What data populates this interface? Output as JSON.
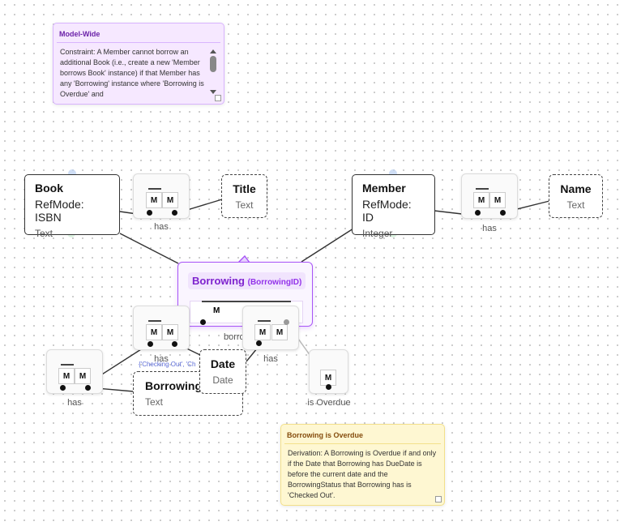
{
  "colors": {
    "entity_border": "#333333",
    "objectified_accent": "#a855f7",
    "constraint_note_bg": "#f6e8ff",
    "derivation_note_bg": "#fef7d2"
  },
  "entities": {
    "book": {
      "name": "Book",
      "refmode": "RefMode: ISBN",
      "type": "Text"
    },
    "member": {
      "name": "Member",
      "refmode": "RefMode: ID",
      "type": "Integer"
    }
  },
  "value_types": {
    "title": {
      "name": "Title",
      "type": "Text"
    },
    "name": {
      "name": "Name",
      "type": "Text"
    },
    "date": {
      "name": "Date",
      "type": "Date"
    },
    "borrowing_status": {
      "name": "Borrowing",
      "type": "Text",
      "value_constraint": "{'Checking Out', 'Ch"
    }
  },
  "objectified_fact": {
    "name": "Borrowing",
    "ref": "(BorrowingID)",
    "roles": [
      "M",
      "M"
    ],
    "reading": "borro"
  },
  "facts": {
    "book_title": {
      "label": "has",
      "roles": [
        "M",
        "M"
      ]
    },
    "member_name": {
      "label": "has",
      "roles": [
        "M",
        "M"
      ]
    },
    "borrowing_date": {
      "label": "has",
      "roles": [
        "M",
        "M"
      ]
    },
    "borrowing_status": {
      "label": "has",
      "roles": [
        "M",
        "M"
      ]
    },
    "borrowing_duedate": {
      "label": "has",
      "roles": [
        "M",
        "M"
      ]
    },
    "is_overdue": {
      "label": "is Overdue",
      "roles": [
        "M"
      ]
    }
  },
  "notes": {
    "model_wide": {
      "title": "Model-Wide",
      "text": "Constraint: A Member cannot borrow an additional Book (i.e., create a new 'Member borrows Book' instance) if that Member has any 'Borrowing' instance where 'Borrowing is Overdue' and"
    },
    "overdue": {
      "title": "Borrowing is Overdue",
      "text": "Derivation: A Borrowing is Overdue if and only if the Date that Borrowing has DueDate is before the current date and the BorrowingStatus that Borrowing has is 'Checked Out'."
    }
  }
}
